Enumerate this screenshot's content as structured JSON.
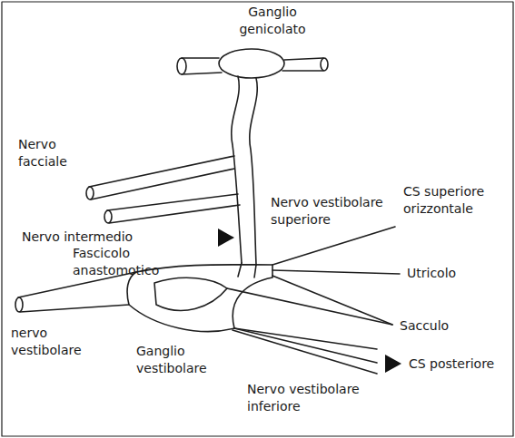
{
  "diagram": {
    "labels": [
      "Ganglio genicolato",
      "Nervo facciale",
      "Nervo intermedio",
      "Fascicolo anastomotico",
      "Nervo vestibolare superiore",
      "CS superiore orizzontale",
      "Utricolo",
      "Sacculo",
      "CS posteriore",
      "nervo vestibolare",
      "Ganglio vestibolare",
      "Nervo vestibolare inferiore"
    ]
  }
}
